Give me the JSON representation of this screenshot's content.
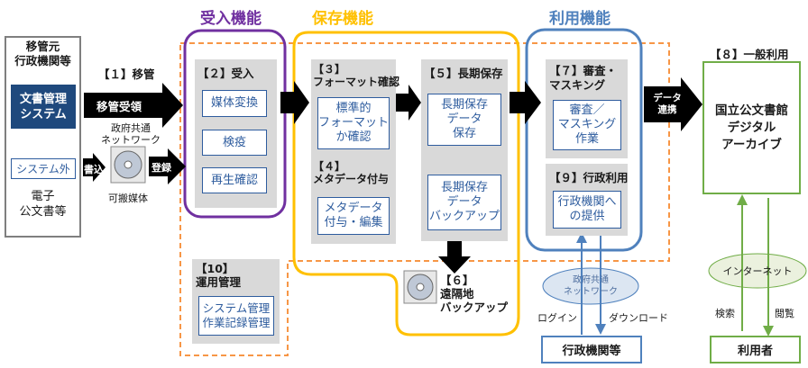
{
  "headers": {
    "ukeire": "受入機能",
    "hozon": "保存機能",
    "riyou": "利用機能",
    "ippan": "【８】一般利用"
  },
  "source": {
    "title_line1": "移管元",
    "title_line2": "行政機関等",
    "bunsho_line1": "文書管理",
    "bunsho_line2": "システム",
    "system_gai": "システム外",
    "denshi_line1": "電子",
    "denshi_line2": "公文書等"
  },
  "transfer": {
    "label": "【１】移管",
    "receive": "移管受領",
    "network_line1": "政府共通",
    "network_line2": "ネットワーク",
    "kakikomi": "書込",
    "touroku": "登録",
    "media": "可搬媒体"
  },
  "receive_func": {
    "title": "【２】受入",
    "items": [
      "媒体変換",
      "検疫",
      "再生確認"
    ]
  },
  "format_check": {
    "title": "【３】\nフォーマット確認",
    "title_line1": "【３】",
    "title_line2": "フォーマット確認",
    "box_line1": "標準的",
    "box_line2": "フォーマット",
    "box_line3": "か確認"
  },
  "metadata": {
    "title_line1": "【４】",
    "title_line2": "メタデータ付与",
    "box_line1": "メタデータ",
    "box_line2": "付与・編集"
  },
  "longterm": {
    "title": "【５】長期保存",
    "box1_line1": "長期保存",
    "box1_line2": "データ",
    "box1_line3": "保存",
    "box2_line1": "長期保存",
    "box2_line2": "データ",
    "box2_line3": "バックアップ"
  },
  "remote": {
    "label_line1": "【６】",
    "label_line2": "遠隔地",
    "label_line3": "バックアップ"
  },
  "review": {
    "title_line1": "【７】審査・",
    "title_line2": "マスキング",
    "box_line1": "審査／",
    "box_line2": "マスキング",
    "box_line3": "作業"
  },
  "gov_use": {
    "title": "【９】行政利用",
    "box_line1": "行政機関へ",
    "box_line2": "の提供"
  },
  "operation": {
    "title_line1": "【10】",
    "title_line2": "運用管理",
    "box_line1": "システム管理",
    "box_line2": "作業記録管理"
  },
  "data_link": {
    "line1": "データ",
    "line2": "連携"
  },
  "archive": {
    "line1": "国立公文書館",
    "line2": "デジタル",
    "line3": "アーカイブ"
  },
  "internet": "インターネット",
  "search": "検索",
  "view": "閲覧",
  "user": "利用者",
  "gov_network": {
    "line1": "政府共通",
    "line2": "ネットワーク"
  },
  "login": "ログイン",
  "download": "ダウンロード",
  "gov_agency": "行政機関等",
  "colors": {
    "purple": "#7030a0",
    "yellow": "#ffc000",
    "blue": "#4f81bd",
    "orange": "#f79646",
    "green": "#70ad47",
    "navy": "#1f497d"
  }
}
